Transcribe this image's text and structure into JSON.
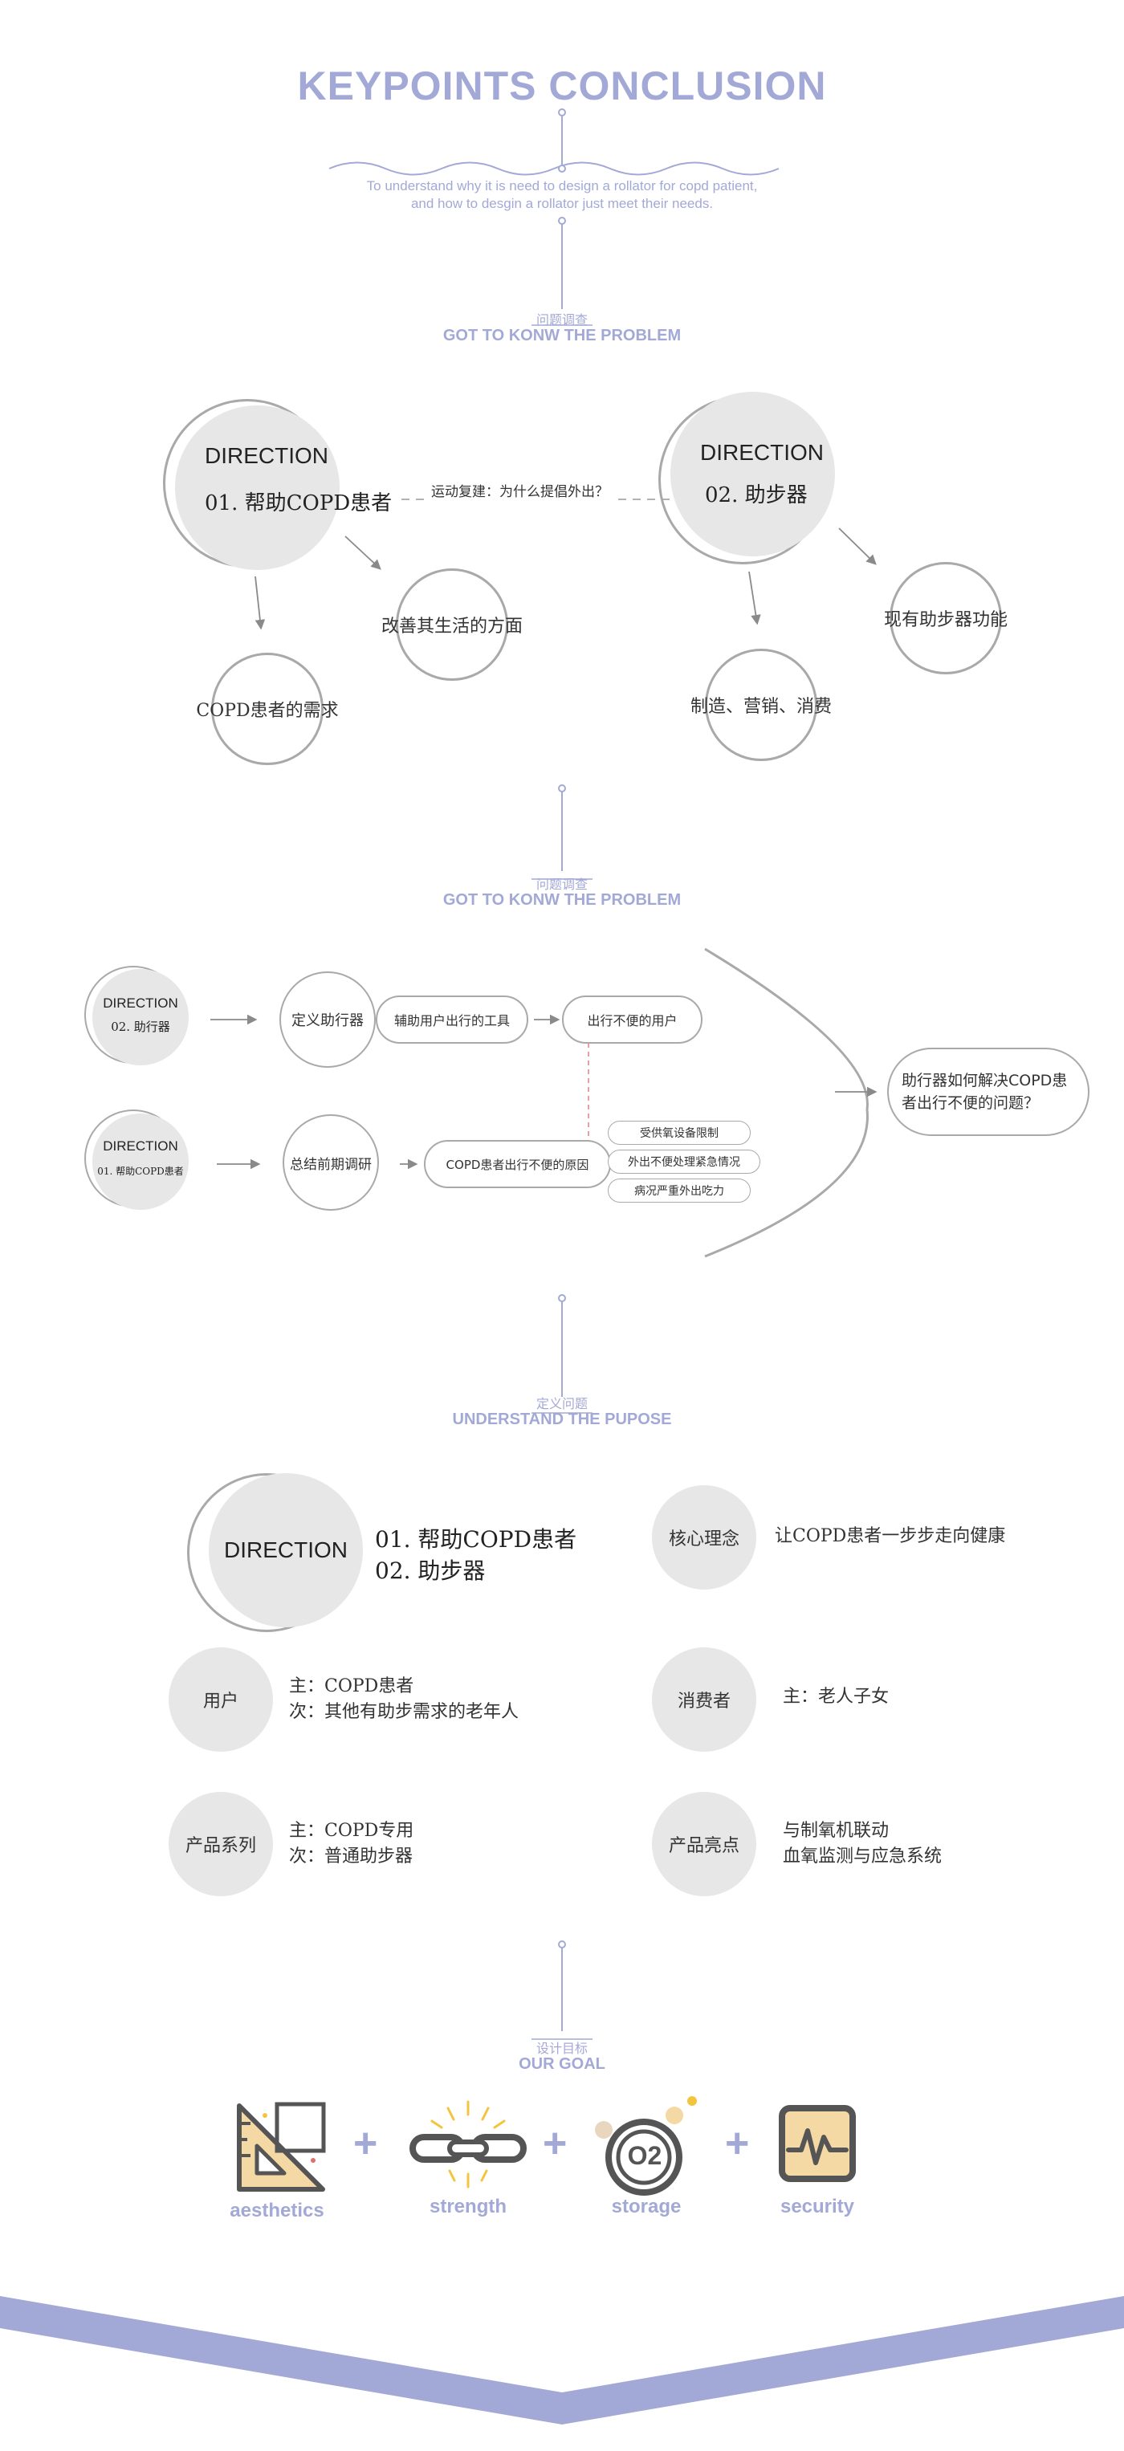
{
  "header": {
    "title": "KEYPOINTS CONCLUSION",
    "subtitle_line1": "To understand why it is need to design a rollator for copd patient,",
    "subtitle_line2": "and how to desgin a rollator just meet their needs."
  },
  "section1": {
    "label_cn": "问题调查",
    "label_en": "GOT TO KONW THE PROBLEM",
    "left_direction": {
      "en": "DIRECTION",
      "cn": "01. 帮助COPD患者"
    },
    "right_direction": {
      "en": "DIRECTION",
      "cn": "02. 助步器"
    },
    "link_text": "运动复建：为什么提倡外出？",
    "nodes": {
      "improve_life": "改善其生活的方面",
      "copd_needs": "COPD患者的需求",
      "existing_functions": "现有助步器功能",
      "manufacturing": "制造、营销、消费"
    }
  },
  "section2": {
    "label_cn": "问题调查",
    "label_en": "GOT TO KONW THE PROBLEM",
    "row1": {
      "badge_en": "DIRECTION",
      "badge_cn": "02. 助行器",
      "step": "定义助行器",
      "pill1": "辅助用户出行的工具",
      "pill2": "出行不便的用户"
    },
    "row2": {
      "badge_en": "DIRECTION",
      "badge_cn": "01. 帮助COPD患者",
      "step": "总结前期调研",
      "pill1": "COPD患者出行不便的原因",
      "reasons": [
        "受供氧设备限制",
        "外出不便处理紧急情况",
        "病况严重外出吃力"
      ]
    },
    "result": "助行器如何解决COPD患者出行不便的问题？"
  },
  "section3": {
    "label_cn": "定义问题",
    "label_en": "UNDERSTAND THE PUPOSE",
    "direction": {
      "en": "DIRECTION",
      "line1": "01. 帮助COPD患者",
      "line2": "02. 助步器"
    },
    "core": {
      "badge": "核心理念",
      "text": "让COPD患者一步步走向健康"
    },
    "user": {
      "badge": "用户",
      "line1": "主：COPD患者",
      "line2": "次：其他有助步需求的老年人"
    },
    "consumer": {
      "badge": "消费者",
      "line1": "主：老人子女"
    },
    "series": {
      "badge": "产品系列",
      "line1": "主：COPD专用",
      "line2": "次：普通助步器"
    },
    "highlight": {
      "badge": "产品亮点",
      "line1": "与制氧机联动",
      "line2": "血氧监测与应急系统"
    }
  },
  "section4": {
    "label_cn": "设计目标",
    "label_en": "OUR GOAL",
    "goals": [
      "aesthetics",
      "strength",
      "storage",
      "security"
    ],
    "plus": "+",
    "o2_text": "O2"
  },
  "colors": {
    "accent": "#a3a9d6",
    "circle_fill": "#e8e7e8",
    "line_gray": "#a9a9a9",
    "icon_yellow": "#f5d9a4",
    "icon_dark": "#555555",
    "dashed_pink": "#e8a0a8"
  }
}
